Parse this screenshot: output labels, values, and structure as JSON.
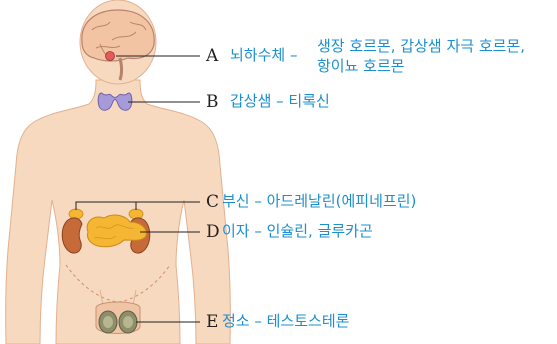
{
  "labels": {
    "A": {
      "letter": "A",
      "organ": "뇌하수체 –",
      "hormone_line1": "생장 호르몬, 갑상샘 자극 호르몬,",
      "hormone_line2": "항이뇨 호르몬"
    },
    "B": {
      "letter": "B",
      "text": "갑상샘 – 티록신"
    },
    "C": {
      "letter": "C",
      "text": "부신 – 아드레날린(에피네프린)"
    },
    "D": {
      "letter": "D",
      "text": "이자 – 인슐린, 글루카곤"
    },
    "E": {
      "letter": "E",
      "text": "정소 – 테스토스테론"
    }
  },
  "colors": {
    "label_text": "#1b8fd0",
    "letter_text": "#231f20",
    "leader_line": "#231f20",
    "skin": "#f7d9bf",
    "skin_outline": "#e2b08e",
    "brain": "#f3c4a4",
    "thyroid": "#a79ad8",
    "gland_yellow": "#f5b733",
    "kidney": "#c66a3a"
  },
  "icons": [
    "human-body-figure",
    "brain-icon",
    "thyroid-icon",
    "adrenal-gland-icon",
    "kidney-icon",
    "pancreas-icon",
    "testis-icon"
  ]
}
